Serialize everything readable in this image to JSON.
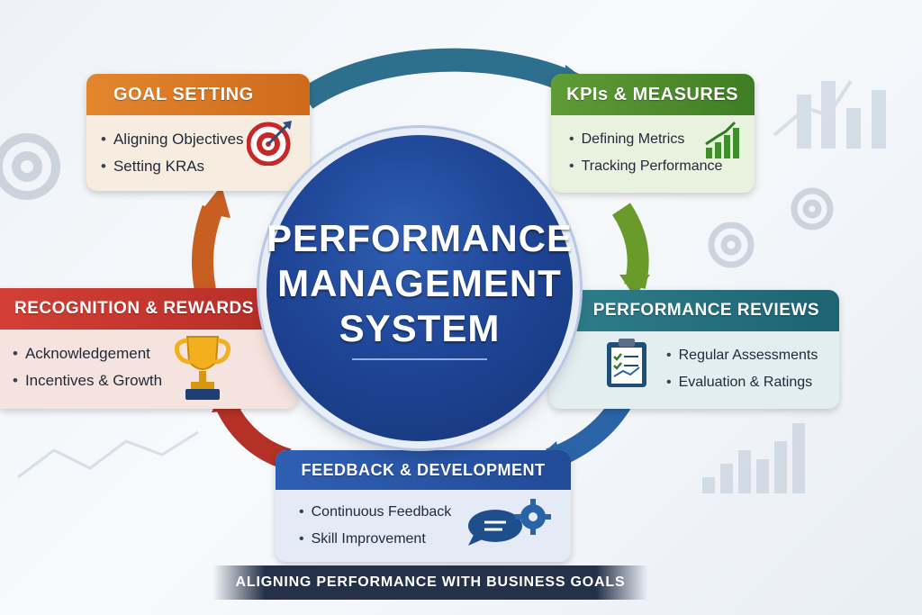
{
  "center": {
    "line1": "PERFORMANCE",
    "line2": "MANAGEMENT",
    "line3": "SYSTEM"
  },
  "stages": {
    "goal_setting": {
      "title": "GOAL SETTING",
      "items": [
        "Aligning Objectives",
        "Setting KRAs"
      ],
      "color": "#e07a22"
    },
    "kpis": {
      "title": "KPIs & MEASURES",
      "items": [
        "Defining Metrics",
        "Tracking Performance"
      ],
      "color": "#4d8f2e"
    },
    "reviews": {
      "title": "PERFORMANCE REVIEWS",
      "items": [
        "Regular Assessments",
        "Evaluation & Ratings"
      ],
      "color": "#1f6f7a"
    },
    "feedback": {
      "title": "FEEDBACK & DEVELOPMENT",
      "items": [
        "Continuous Feedback",
        "Skill Improvement"
      ],
      "color": "#2853a8"
    },
    "recognition": {
      "title": "RECOGNITION & REWARDS",
      "items": [
        "Acknowledgement",
        "Incentives & Growth"
      ],
      "color": "#c9332b"
    }
  },
  "icons": {
    "goal_setting": "target-icon",
    "kpis": "growth-chart-icon",
    "reviews": "clipboard-checklist-icon",
    "feedback": "chat-gear-icon",
    "recognition": "trophy-icon"
  },
  "footer_banner": "ALIGNING PERFORMANCE WITH BUSINESS GOALS"
}
